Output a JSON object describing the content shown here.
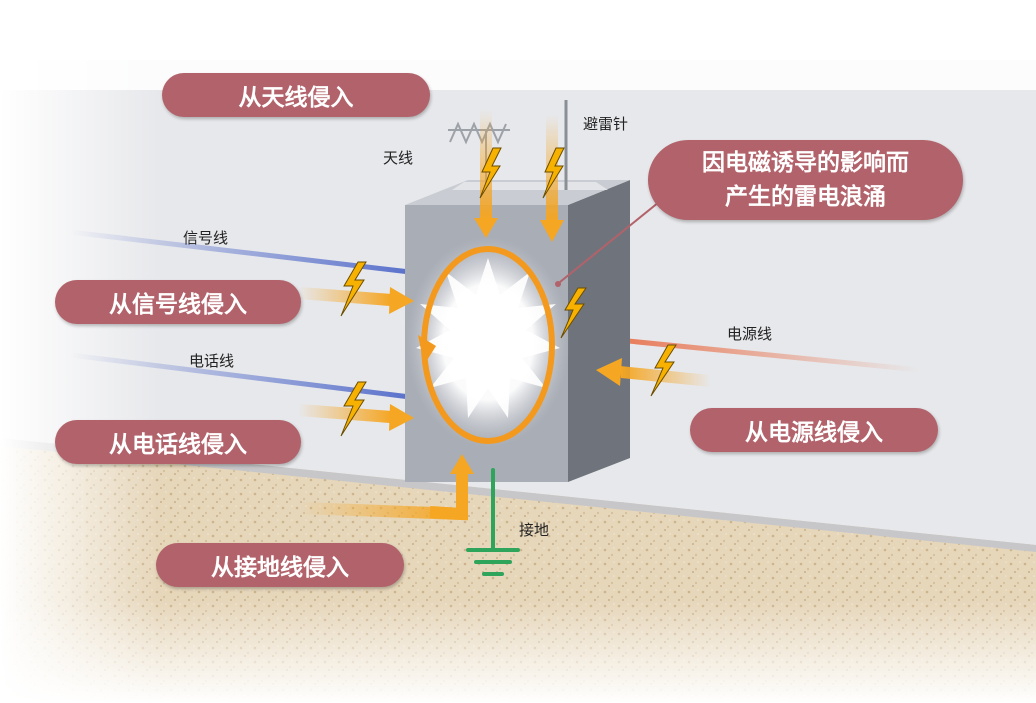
{
  "colors": {
    "callout": "#b2626a",
    "arrow": "#f5a623",
    "bolt": "#f7b100",
    "ground": "#2fa55c",
    "signal_line": "#4a64c8",
    "power_line": "#e8663c"
  },
  "labels": {
    "antenna": "天线",
    "lightning_rod": "避雷针",
    "signal_line": "信号线",
    "phone_line": "电话线",
    "power_line": "电源线",
    "ground": "接地"
  },
  "callouts": {
    "from_antenna": "从天线侵入",
    "from_signal": "从信号线侵入",
    "from_phone": "从电话线侵入",
    "from_ground": "从接地线侵入",
    "from_power": "从电源线侵入",
    "induced_line1": "因电磁诱导的影响而",
    "induced_line2": "产生的雷电浪涌"
  },
  "icons": [
    "lightning-bolt-icon",
    "ground-symbol-icon",
    "antenna-icon",
    "lightning-rod-icon"
  ]
}
